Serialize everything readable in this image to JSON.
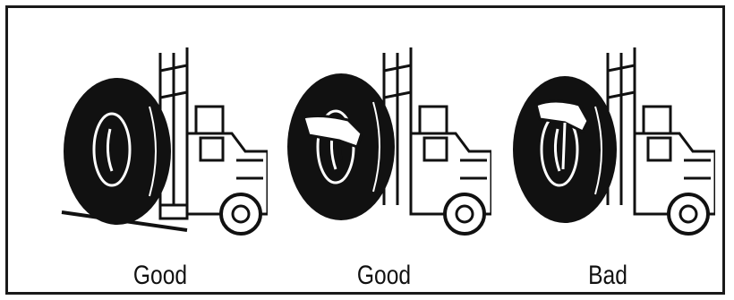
{
  "diagram": {
    "panels": [
      {
        "label": "Good",
        "clamp": "bottom-grab"
      },
      {
        "label": "Good",
        "clamp": "centered"
      },
      {
        "label": "Bad",
        "clamp": "high-grab"
      }
    ],
    "icons": [
      "forklift-icon",
      "tire-icon"
    ],
    "colors": {
      "ink": "#111111",
      "paper": "#ffffff"
    }
  }
}
